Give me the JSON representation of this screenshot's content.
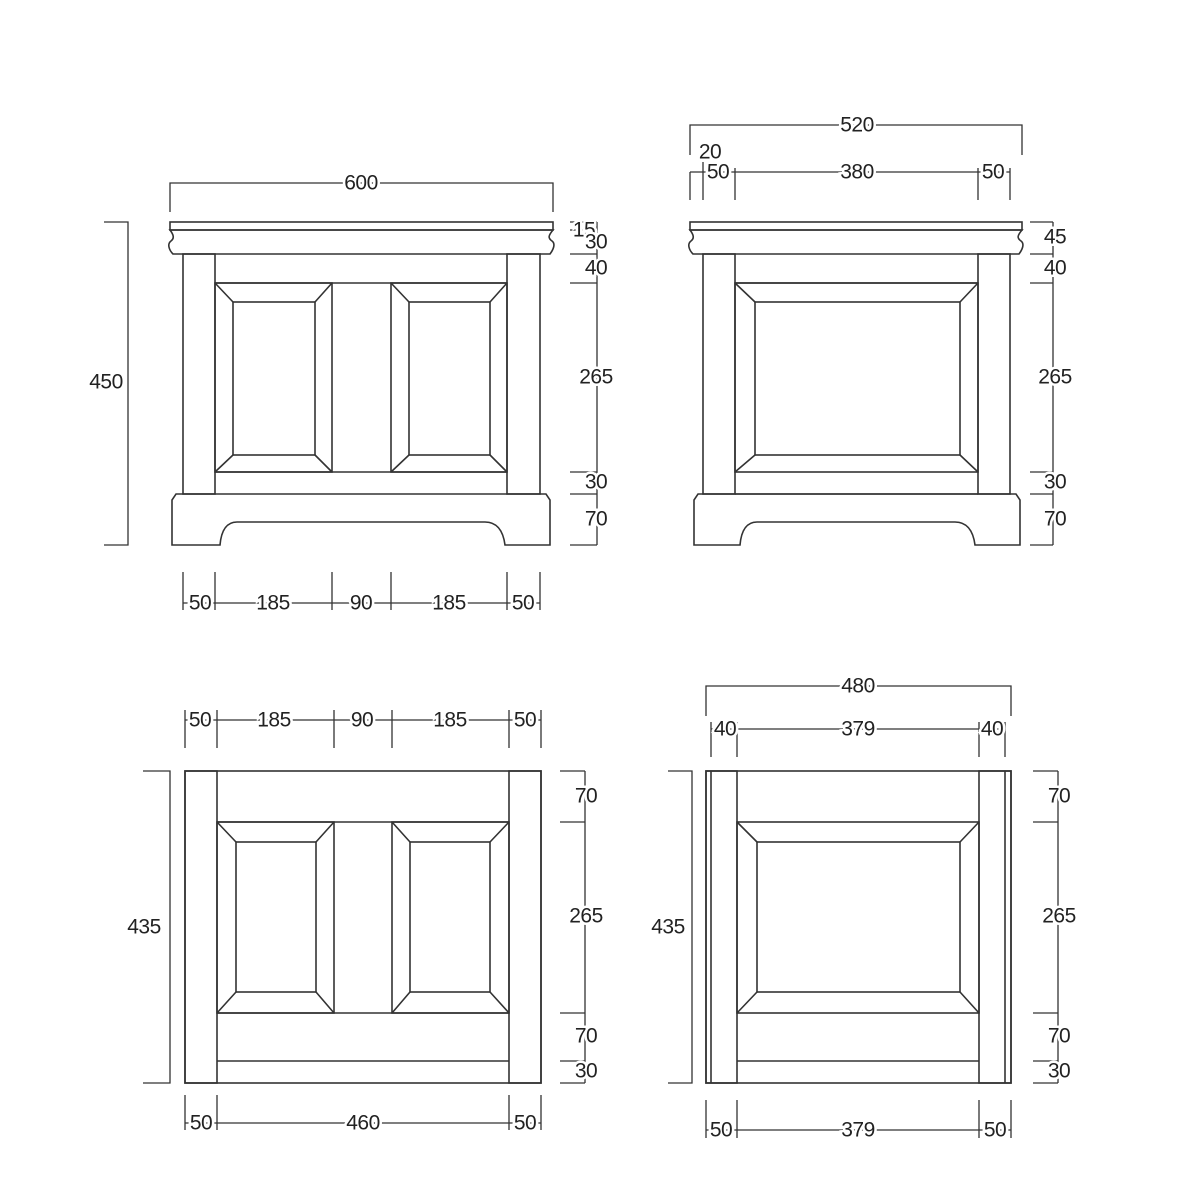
{
  "drawing": {
    "line_color": "#333333",
    "views": [
      {
        "name": "front-elevation",
        "width": "600",
        "height": "450",
        "right_dims": [
          "15",
          "30",
          "40",
          "265",
          "30",
          "70"
        ],
        "bottom_dims": [
          "50",
          "185",
          "90",
          "185",
          "50"
        ]
      },
      {
        "name": "side-elevation",
        "width": "520",
        "top_dims": [
          "20",
          "50",
          "380",
          "50"
        ],
        "right_dims": [
          "45",
          "40",
          "265",
          "30",
          "70"
        ]
      },
      {
        "name": "front-frame",
        "height": "435",
        "top_dims": [
          "50",
          "185",
          "90",
          "185",
          "50"
        ],
        "right_dims": [
          "70",
          "265",
          "70",
          "30"
        ],
        "bottom_dims": [
          "50",
          "460",
          "50"
        ]
      },
      {
        "name": "side-frame",
        "width": "480",
        "height": "435",
        "top_dims": [
          "40",
          "379",
          "40"
        ],
        "right_dims": [
          "70",
          "265",
          "70",
          "30"
        ],
        "bottom_dims": [
          "50",
          "379",
          "50"
        ]
      }
    ]
  }
}
